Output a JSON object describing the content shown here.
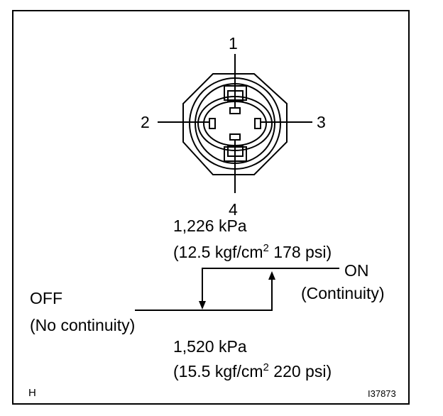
{
  "pin_labels": {
    "pin1": "1",
    "pin2": "2",
    "pin3": "3",
    "pin4": "4"
  },
  "on_pressure": {
    "kpa": "1,226 kPa",
    "detail_prefix": "(12.5 kgf/cm",
    "superscript": "2",
    "detail_suffix": " 178 psi)"
  },
  "off_pressure": {
    "kpa": "1,520 kPa",
    "detail_prefix": "(15.5 kgf/cm",
    "superscript": "2",
    "detail_suffix": " 220 psi)"
  },
  "on_state": {
    "label": "ON",
    "description": "(Continuity)"
  },
  "off_state": {
    "label": "OFF",
    "description": "(No continuity)"
  },
  "footer": {
    "left_code": "H",
    "figure_id": "I37873"
  },
  "colors": {
    "line": "#000000",
    "background": "#ffffff"
  }
}
